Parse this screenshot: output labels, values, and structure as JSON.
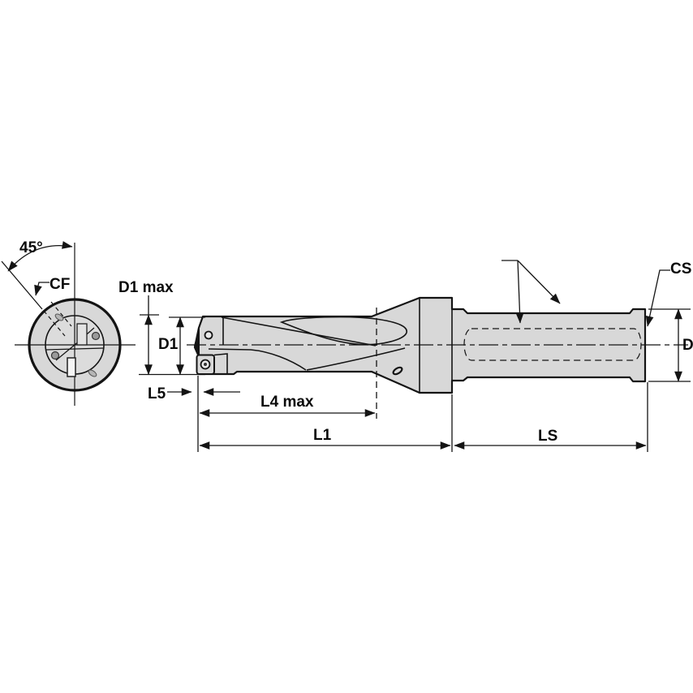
{
  "drawing": {
    "labels": {
      "angle": "45°",
      "chamfer": "CF",
      "d1_max": "D1 max",
      "d1": "D1",
      "l5": "L5",
      "l4_max": "L4 max",
      "l1": "L1",
      "ls": "LS",
      "d": "D",
      "cs": "CS"
    },
    "colors": {
      "background": "#ffffff",
      "body_fill": "#d8d8d8",
      "line_color": "#141414"
    }
  }
}
